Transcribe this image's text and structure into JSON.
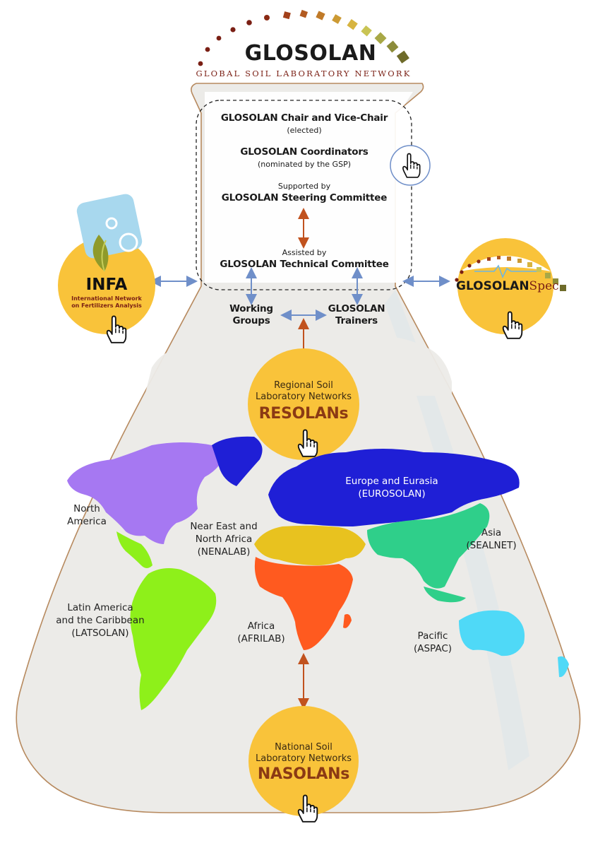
{
  "logo": {
    "title": "GLOSOLAN",
    "subtitle": "GLOBAL SOIL LABORATORY NETWORK"
  },
  "flask": {
    "chair": "GLOSOLAN Chair and Vice-Chair",
    "chair_note": "(elected)",
    "coordinators": "GLOSOLAN Coordinators",
    "coordinators_note": "(nominated by the GSP)",
    "steering_pre": "Supported by",
    "steering": "GLOSOLAN Steering Committee",
    "technical_pre": "Assisted by",
    "technical": "GLOSOLAN Technical Committee",
    "working_1": "Working",
    "working_2": "Groups",
    "trainers_1": "GLOSOLAN",
    "trainers_2": "Trainers"
  },
  "infa": {
    "title": "INFA",
    "line1": "International Network",
    "line2": "on Fertilizers Analysis"
  },
  "spec": {
    "part1": "GLOSOLAN",
    "part2": "Spec"
  },
  "resolan": {
    "line1": "Regional Soil",
    "line2": "Laboratory Networks",
    "big": "RESOLANs"
  },
  "nasolan": {
    "line1": "National Soil",
    "line2": "Laboratory Networks",
    "big": "NASOLANs"
  },
  "regions": {
    "north_america_1": "North",
    "north_america_2": "America",
    "europe_1": "Europe and Eurasia",
    "europe_2": "(EUROSOLAN)",
    "near_east_1": "Near East and",
    "near_east_2": "North Africa",
    "near_east_3": "(NENALAB)",
    "asia_1": "Asia",
    "asia_2": "(SEALNET)",
    "latin_1": "Latin America",
    "latin_2": "and the Caribbean",
    "latin_3": "(LATSOLAN)",
    "africa_1": "Africa",
    "africa_2": "(AFRILAB)",
    "pacific_1": "Pacific",
    "pacific_2": "(ASPAC)"
  },
  "colors": {
    "flask_fill": "#ecebe8",
    "flask_outline": "#b78a5f",
    "circle_yellow": "#f9c33a",
    "arrow_blue": "#6f8fc9",
    "arrow_orange": "#c1521e",
    "north_america": "#a678f2",
    "europe": "#1f1fd6",
    "near_east": "#e8c21f",
    "asia": "#2fcf8a",
    "latin_america": "#8ef01a",
    "africa": "#ff5a1f",
    "pacific": "#4fd9f7",
    "logo_brown": "#7a1f14"
  },
  "icons": [
    "hand-pointer-icon",
    "flask-icon",
    "world-map"
  ]
}
